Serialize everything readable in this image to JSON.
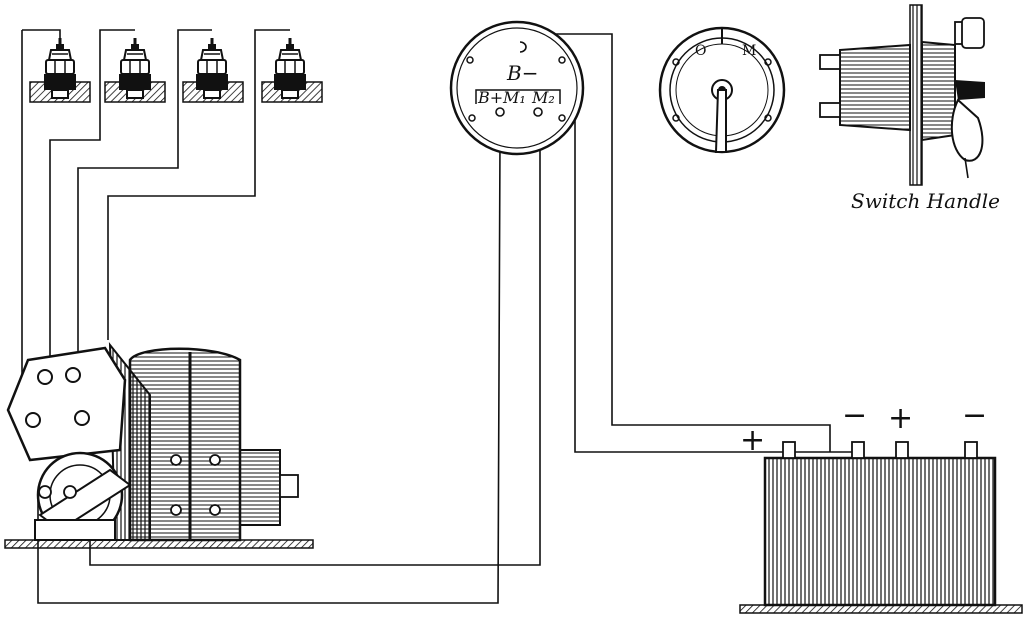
{
  "switch_terminals": {
    "b_minus": "B−",
    "b_plus": "B+",
    "m1": "M₁",
    "m2": "M₂"
  },
  "switch_face": {
    "off": "O",
    "mag": "M"
  },
  "battery_signs": {
    "plus_left": "+",
    "minus_1": "−",
    "plus_2": "+",
    "minus_2": "−"
  },
  "callouts": {
    "switch_handle": "Switch Handle"
  },
  "colors": {
    "ink": "#111111",
    "paper": "#ffffff"
  },
  "icons": [
    "spark-plug-icon",
    "magneto-icon",
    "ignition-switch-icon",
    "battery-icon"
  ]
}
